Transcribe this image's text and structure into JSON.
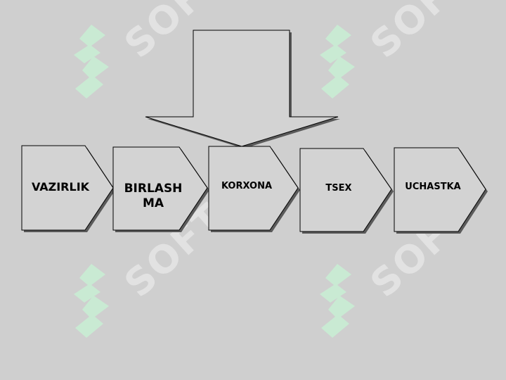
{
  "diagram": {
    "nodes": [
      {
        "id": "vazirlik",
        "label": "VAZIRLIK"
      },
      {
        "id": "birlashma",
        "label": "BIRLASH MA"
      },
      {
        "id": "korxona",
        "label": "KORXONA"
      },
      {
        "id": "tsex",
        "label": "TSEX"
      },
      {
        "id": "uchastka",
        "label": "UCHASTKA"
      }
    ],
    "pointer": {
      "target": "korxona",
      "direction": "down"
    }
  },
  "watermark": {
    "text": "SOFT"
  },
  "colors": {
    "background": "#cfcfcf",
    "shape_fill": "#d3d3d3",
    "shape_stroke": "#000000",
    "shadow": "#5a5a5a",
    "watermark_green": "#c9ead3",
    "watermark_text": "#e2e2e2"
  }
}
